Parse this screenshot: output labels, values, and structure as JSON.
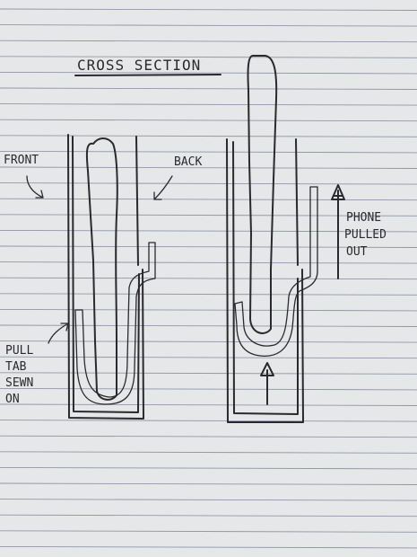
{
  "title": "CROSS SECTION",
  "labels": {
    "front": "FRONT",
    "back": "BACK",
    "pull_tab": [
      "PULL",
      "TAB",
      "SEWN",
      "ON"
    ],
    "phone_pulled_out": [
      "PHONE",
      "PULLED",
      "OUT"
    ]
  },
  "colors": {
    "paper": "#e6e7e8",
    "rule_line": "#8f98a6",
    "ink": "#2a2a2e",
    "background": "#2c3134"
  }
}
